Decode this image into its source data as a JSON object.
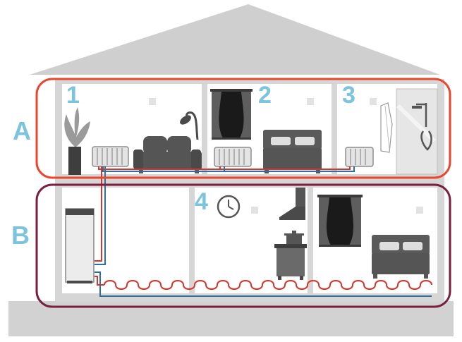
{
  "zones": [
    {
      "label": "A",
      "color": "#e8472d"
    },
    {
      "label": "B",
      "color": "#7a1f3d"
    }
  ],
  "rooms": [
    {
      "number": "1"
    },
    {
      "number": "2"
    },
    {
      "number": "3"
    },
    {
      "number": "4"
    }
  ],
  "colors": {
    "label_blue": "#7cc3de",
    "house_grey": "#d0d0d0",
    "wall_grey": "#c8c8c8",
    "furniture_dark": "#4a4a4a",
    "hot_pipe": "#d9342b",
    "cold_pipe": "#2e6f9e"
  },
  "icons": [
    "plant-icon",
    "sofa-icon",
    "floor-lamp-icon",
    "radiator-icon",
    "window-icon",
    "bed-icon",
    "towel-icon",
    "shower-icon",
    "clock-icon",
    "cooker-hood-icon",
    "stove-icon",
    "pot-icon",
    "heat-pump-icon",
    "underfloor-heating-icon"
  ]
}
